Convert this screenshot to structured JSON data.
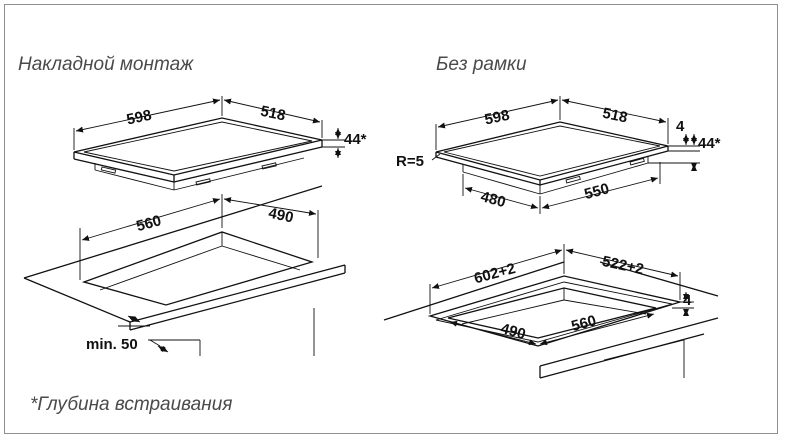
{
  "captions": {
    "overlay": "Накладной монтаж",
    "frameless": "Без рамки",
    "footnote": "*Глубина встраивания"
  },
  "overlay_hob": {
    "width": "598",
    "depth": "518",
    "height": "44*"
  },
  "overlay_cutout": {
    "width": "560",
    "depth": "490",
    "min_edge": "min. 50"
  },
  "frameless_hob": {
    "width": "598",
    "depth": "518",
    "glass": "4",
    "height": "44*",
    "radius": "R=5",
    "base_width": "550",
    "base_depth": "480"
  },
  "frameless_cutout": {
    "outer_width": "602+2",
    "outer_depth": "522+2",
    "rebate": "4",
    "inner_width": "560",
    "inner_depth": "490"
  }
}
